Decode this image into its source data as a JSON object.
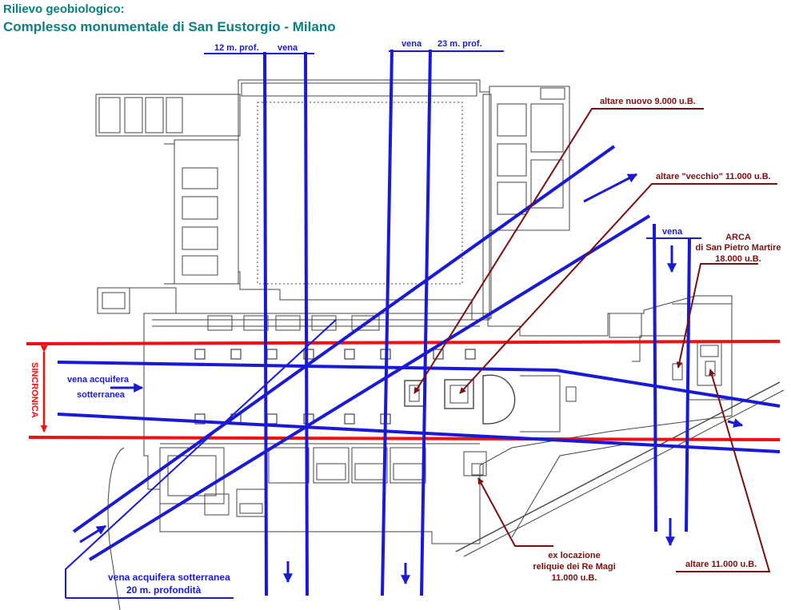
{
  "header": {
    "line1": "Rilievo geobiologico:",
    "line2": "Complesso monumentale di San Eustorgio - Milano"
  },
  "labels": {
    "prof12": "12 m. prof.",
    "vena_a": "vena",
    "vena_b": "vena",
    "prof23": "23 m. prof.",
    "vena_c": "vena",
    "altare_nuovo": "altare nuovo  9.000 u.B.",
    "altare_vecchio": "altare \"vecchio\"    11.000 u.B.",
    "arca_1": "ARCA",
    "arca_2": "di San Pietro Martire",
    "arca_3": "18.000 u.B.",
    "sincronica": "SINCRONICA",
    "vena_acq_1": "vena acquifera",
    "vena_acq_2": "sotterranea",
    "vena_sot_1": "vena acquifera sotterranea",
    "vena_sot_2": "20 m. profondità",
    "re_magi_1": "ex locazione",
    "re_magi_2": "reliquie dei Re Magi",
    "re_magi_3": "11.000 u.B.",
    "altare_right": "altare   11.000 u.B."
  },
  "colors": {
    "blue": "#1a1ad6",
    "red": "#ee1111",
    "darkred": "#7a1010",
    "plan": "#444444",
    "teal": "#0a8080"
  }
}
